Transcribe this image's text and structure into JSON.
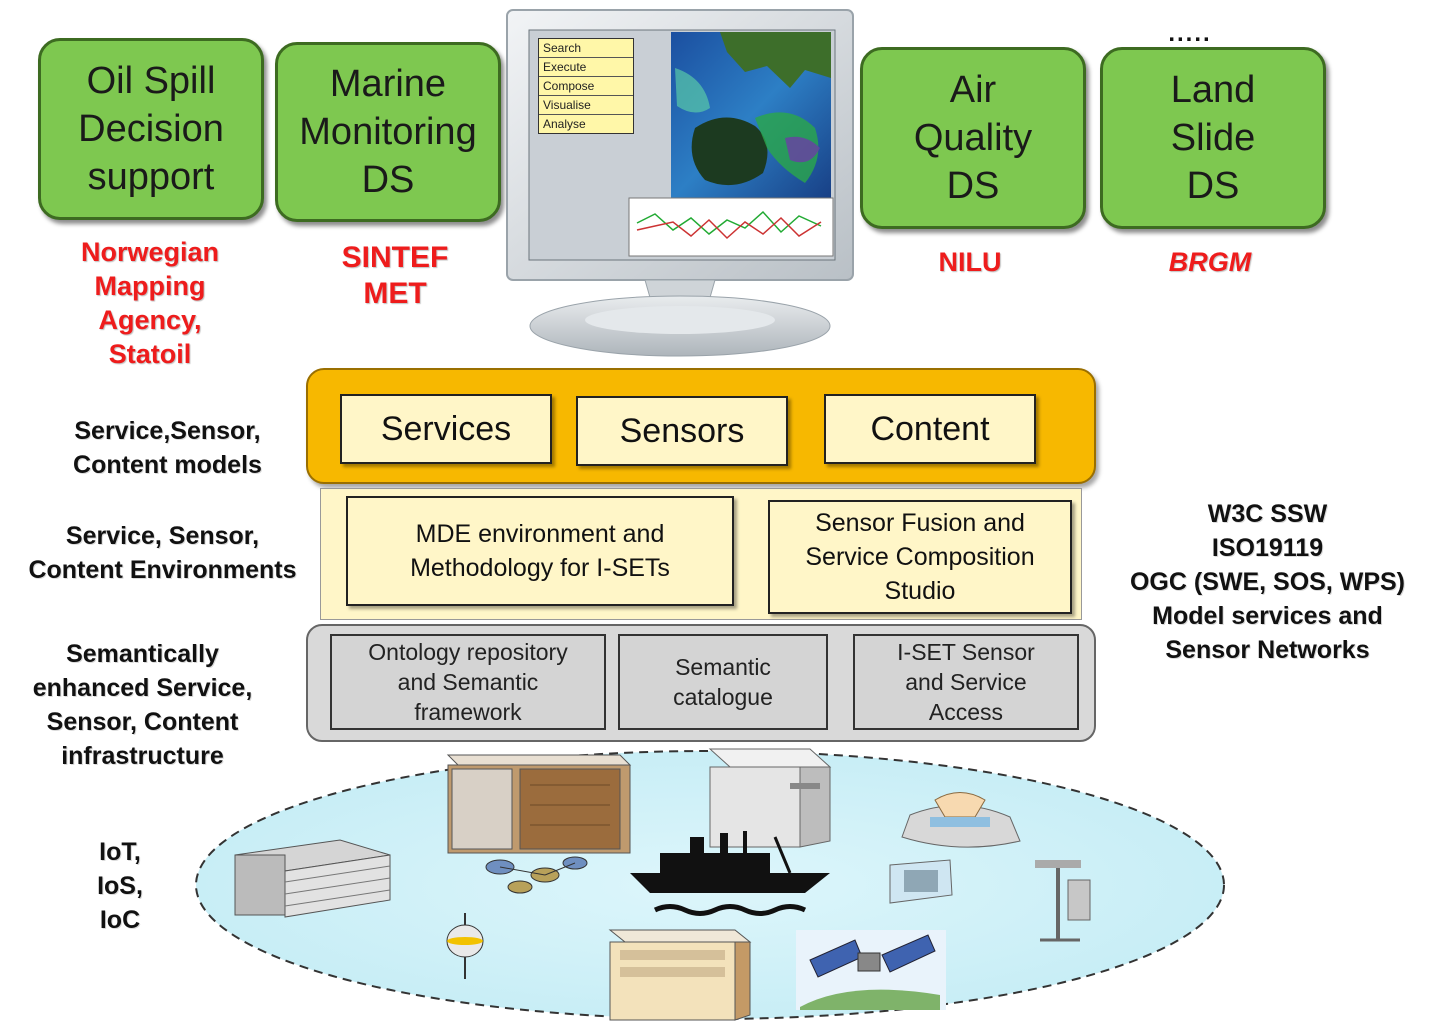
{
  "top_boxes": [
    {
      "label": "Oil Spill\nDecision\nsupport",
      "partner": "Norwegian\nMapping\nAgency,\nStatoil"
    },
    {
      "label": "Marine\nMonitoring\nDS",
      "partner": "SINTEF\nMET"
    },
    {
      "label": "Air\nQuality\nDS",
      "partner": "NILU"
    },
    {
      "label": "Land\nSlide\nDS",
      "partner": "BRGM"
    }
  ],
  "ellipsis": ".....",
  "monitor": {
    "menu": [
      "Search",
      "Execute",
      "Compose",
      "Visualise",
      "Analyse"
    ]
  },
  "layers": {
    "models": {
      "label": "Service,Sensor,\nContent models",
      "boxes": [
        "Services",
        "Sensors",
        "Content"
      ]
    },
    "environments": {
      "label": "Service, Sensor,\nContent Environments",
      "boxes": [
        "MDE environment and\nMethodology for I-SETs",
        "Sensor Fusion and\nService Composition\nStudio"
      ]
    },
    "infrastructure": {
      "label": "Semantically\nenhanced Service,\nSensor, Content\ninfrastructure",
      "boxes": [
        "Ontology repository\nand Semantic\nframework",
        "Semantic\ncatalogue",
        "I-SET Sensor\nand Service\nAccess"
      ]
    },
    "iot": {
      "label": "IoT,\nIoS,\nIoC"
    }
  },
  "standards": "W3C SSW\nISO19119\nOGC (SWE, SOS, WPS)\nModel services and\nSensor Networks",
  "colors": {
    "ds_green": "#7ec850",
    "partner_red": "#ee1c1c",
    "models_orange": "#f7b800",
    "env_yellow": "#fff6c8",
    "infra_grey": "#d4d4d4",
    "ellipse_blue": "#cdf0f7"
  }
}
